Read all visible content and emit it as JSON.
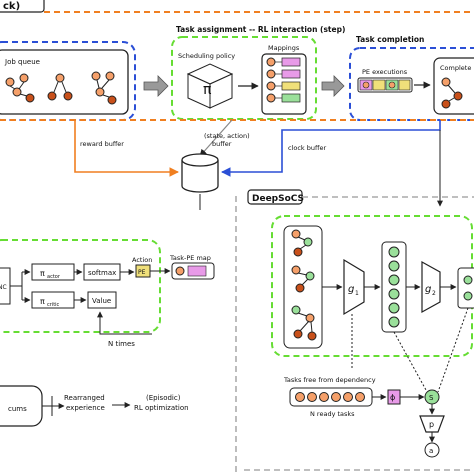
{
  "header": {
    "corner_label": "ck)"
  },
  "top": {
    "job_queue": "Job queue",
    "task_assignment": "Task assignment -- RL interaction (step)",
    "scheduling_policy": "Scheduling policy",
    "pi": "π",
    "mappings": "Mappings",
    "task_completion": "Task completion",
    "pe_executions": "PE executions",
    "completed": "Complete",
    "reward_buffer": "reward buffer",
    "sa_buffer_line1": "(state, action)",
    "sa_buffer_line2": "buffer",
    "clock_buffer": "clock buffer"
  },
  "left": {
    "nc": "NC",
    "pi_actor": "π",
    "pi_actor_sub": "actor",
    "pi_critic": "π",
    "pi_critic_sub": "critic",
    "softmax": "softmax",
    "action": "Action",
    "pe": "PE",
    "value": "Value",
    "task_pe_map": "Task-PE map",
    "n_times": "N times",
    "rearranged_1": "Rearranged",
    "rearranged_2": "experience",
    "episodic_1": "(Episodic)",
    "episodic_2": "RL optimization",
    "cums": "cums"
  },
  "deepsocs": {
    "title": "DeepSoCS",
    "g1": "g",
    "g1_sub": "1",
    "g2": "g",
    "g2_sub": "2",
    "tasks_free": "Tasks free from dependency",
    "n_ready": "N ready tasks",
    "phi": "ϕ",
    "s": "S",
    "p": "p",
    "a": "a"
  },
  "colors": {
    "orange": "#f07f20",
    "blue": "#2b4fd6",
    "green": "#66dd33",
    "node_fill": "#f5a06a",
    "node_dark": "#c8501a"
  }
}
